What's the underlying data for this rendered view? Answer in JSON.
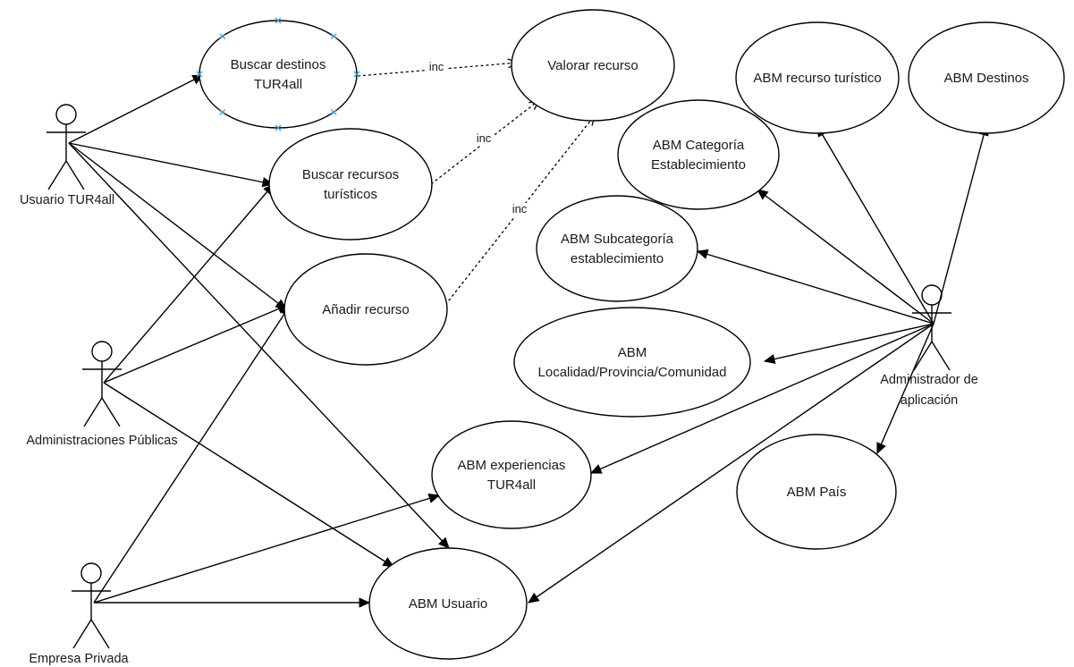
{
  "actors": [
    {
      "id": "usuario",
      "label": "Usuario TUR4all"
    },
    {
      "id": "admin_pub",
      "label": "Administraciones Públicas"
    },
    {
      "id": "empresa",
      "label": "Empresa Privada"
    },
    {
      "id": "admin_app",
      "label": "Administrador de aplicación"
    }
  ],
  "use_cases": [
    {
      "id": "buscar_destinos",
      "label": "Buscar destinos TUR4all",
      "selected": true
    },
    {
      "id": "valorar",
      "label": "Valorar recurso"
    },
    {
      "id": "buscar_recursos",
      "label": "Buscar recursos turísticos"
    },
    {
      "id": "anadir",
      "label": "Añadir recurso"
    },
    {
      "id": "abm_recurso",
      "label": "ABM recurso turístico"
    },
    {
      "id": "abm_destinos",
      "label": "ABM Destinos"
    },
    {
      "id": "abm_categoria",
      "label": "ABM Categoría Establecimiento"
    },
    {
      "id": "abm_subcategoria",
      "label": "ABM Subcategoría establecimiento"
    },
    {
      "id": "abm_localidad",
      "label": "ABM Localidad/Provincia/Comunidad"
    },
    {
      "id": "abm_experiencias",
      "label": "ABM experiencias TUR4all"
    },
    {
      "id": "abm_pais",
      "label": "ABM País"
    },
    {
      "id": "abm_usuario",
      "label": "ABM Usuario"
    }
  ],
  "include_label": "inc",
  "associations": [
    {
      "from": "usuario",
      "to": "buscar_destinos"
    },
    {
      "from": "usuario",
      "to": "buscar_recursos"
    },
    {
      "from": "usuario",
      "to": "anadir"
    },
    {
      "from": "usuario",
      "to": "abm_usuario"
    },
    {
      "from": "admin_pub",
      "to": "buscar_recursos"
    },
    {
      "from": "admin_pub",
      "to": "anadir"
    },
    {
      "from": "admin_pub",
      "to": "abm_usuario"
    },
    {
      "from": "empresa",
      "to": "anadir"
    },
    {
      "from": "empresa",
      "to": "abm_experiencias"
    },
    {
      "from": "empresa",
      "to": "abm_usuario"
    },
    {
      "from": "admin_app",
      "to": "abm_recurso"
    },
    {
      "from": "admin_app",
      "to": "abm_destinos"
    },
    {
      "from": "admin_app",
      "to": "abm_categoria"
    },
    {
      "from": "admin_app",
      "to": "abm_subcategoria"
    },
    {
      "from": "admin_app",
      "to": "abm_localidad"
    },
    {
      "from": "admin_app",
      "to": "abm_experiencias"
    },
    {
      "from": "admin_app",
      "to": "abm_pais"
    },
    {
      "from": "admin_app",
      "to": "abm_usuario"
    }
  ],
  "includes": [
    {
      "from": "buscar_destinos",
      "to": "valorar",
      "label": "inc"
    },
    {
      "from": "buscar_recursos",
      "to": "valorar",
      "label": "inc"
    },
    {
      "from": "anadir",
      "to": "valorar",
      "label": "inc"
    }
  ]
}
